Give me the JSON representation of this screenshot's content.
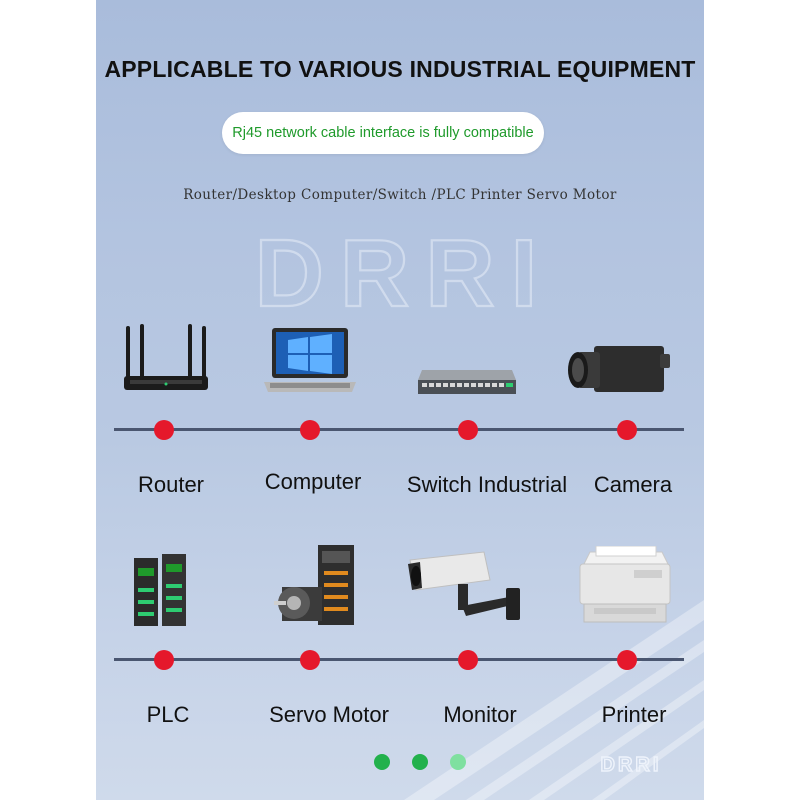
{
  "headline": "APPLICABLE TO VARIOUS INDUSTRIAL EQUIPMENT",
  "compatibility_note": "Rj45 network cable interface is fully compatible",
  "device_list_line": "Router/Desktop Computer/Switch /PLC Printer Servo Motor",
  "brand_watermark": "DRRI",
  "brand_logo": "DRRI",
  "rows": [
    {
      "devices": [
        {
          "label": "Router",
          "icon": "router-icon"
        },
        {
          "label": "Computer",
          "icon": "laptop-icon"
        },
        {
          "label": "Switch Industrial",
          "icon": "network-switch-icon"
        },
        {
          "label": "Camera",
          "icon": "industrial-camera-icon"
        }
      ]
    },
    {
      "devices": [
        {
          "label": "PLC",
          "icon": "plc-icon"
        },
        {
          "label": "Servo Motor",
          "icon": "servo-motor-icon"
        },
        {
          "label": "Monitor",
          "icon": "security-camera-icon"
        },
        {
          "label": "Printer",
          "icon": "printer-icon"
        }
      ]
    }
  ],
  "colors": {
    "accent_dot": "#e5182b",
    "note_text": "#1f9a2b",
    "carousel_active": "#22b14c",
    "carousel_inactive": "#7fe0a0"
  },
  "carousel": {
    "total": 3,
    "active": 1
  }
}
